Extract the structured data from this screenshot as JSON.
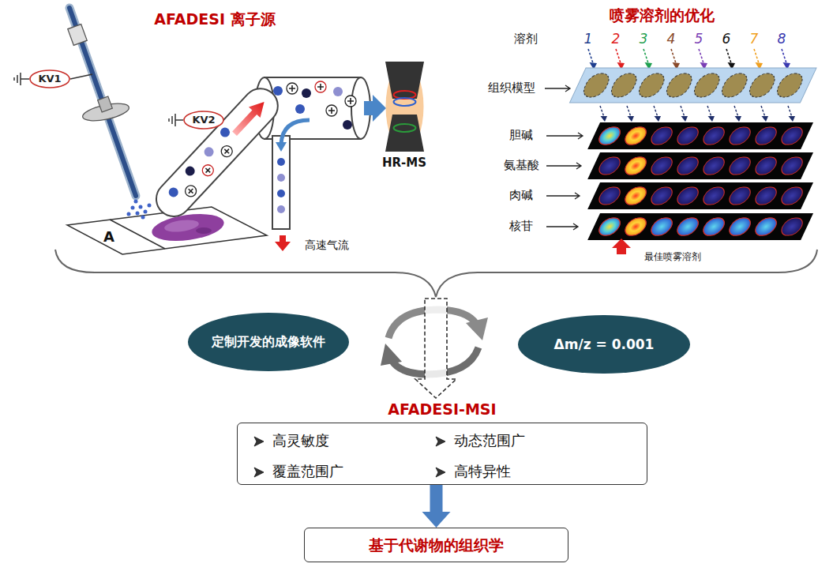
{
  "diagram": {
    "nodes": [
      {
        "text": [
          "KV1"
        ]
      },
      {
        "text": [
          "KV2"
        ]
      },
      {
        "text": [
          "定制开发的成像软件"
        ]
      },
      {
        "text": [
          "Δm/z = 0.001"
        ]
      },
      {
        "text": [
          "AFADESI-MSI",
          "高灵敏度",
          "动态范围广",
          "覆盖范围广",
          "高特异性"
        ]
      },
      {
        "text": [
          "基于代谢物的组织学"
        ]
      }
    ],
    "edges": [
      {
        "from": 4,
        "to": 5,
        "arrow": "to"
      }
    ],
    "labels": [
      "AFADESI 离子源",
      "喷雾溶剂的优化",
      "A",
      "HR-MS",
      "高速气流",
      "溶剂",
      "1",
      "2",
      "3",
      "4",
      "5",
      "6",
      "7",
      "8",
      "组织模型",
      "胆碱",
      "氨基酸",
      "肉碱",
      "核苷",
      "最佳喷雾溶剂"
    ]
  }
}
